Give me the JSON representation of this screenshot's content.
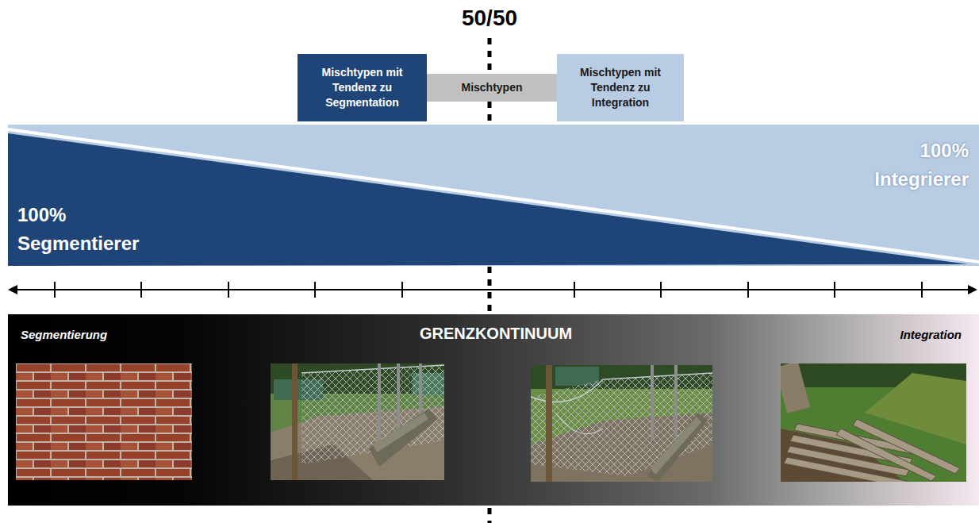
{
  "diagram": {
    "nodes": [
      {
        "text": [
          "Mischtypen mit Tendenz zu Segmentation"
        ]
      },
      {
        "text": [
          "Mischtypen"
        ]
      },
      {
        "text": [
          "Mischtypen mit Tendenz zu Integration"
        ]
      }
    ],
    "labels": [
      "50/50",
      "100% Integrierer",
      "100% Segmentierer",
      "Segmentierung",
      "GRENZKONTINUUM",
      "Integration"
    ]
  }
}
